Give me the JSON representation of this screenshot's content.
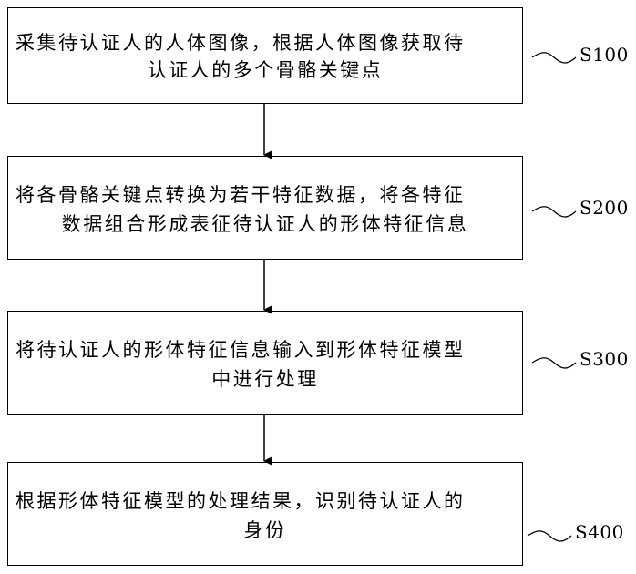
{
  "steps": [
    {
      "id": "S100",
      "label": "S100",
      "line1": "采集待认证人的人体图像，根据人体图像获取待",
      "line2": "认证人的多个骨骼关键点"
    },
    {
      "id": "S200",
      "label": "S200",
      "line1": "将各骨骼关键点转换为若干特征数据，将各特征",
      "line2": "数据组合形成表征待认证人的形体特征信息"
    },
    {
      "id": "S300",
      "label": "S300",
      "line1": "将待认证人的形体特征信息输入到形体特征模型",
      "line2": "中进行处理"
    },
    {
      "id": "S400",
      "label": "S400",
      "line1": "根据形体特征模型的处理结果，识别待认证人的",
      "line2": "身份"
    }
  ],
  "colors": {
    "stroke": "#000000",
    "background": "#ffffff"
  }
}
